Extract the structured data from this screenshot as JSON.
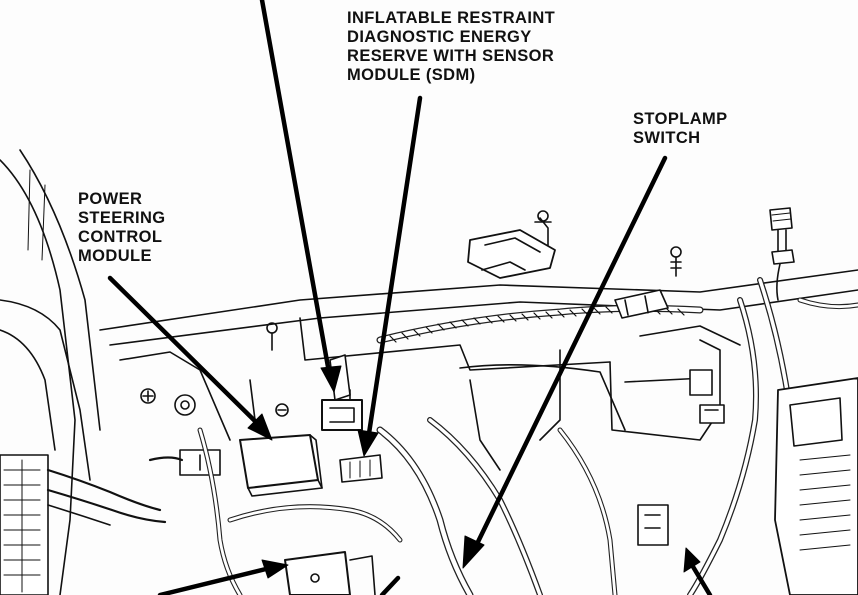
{
  "callouts": {
    "sdm": {
      "lines": [
        "INFLATABLE RESTRAINT",
        "DIAGNOSTIC ENERGY",
        "RESERVE WITH SENSOR",
        "MODULE (SDM)"
      ]
    },
    "power_steering": {
      "lines": [
        "POWER",
        "STEERING",
        "CONTROL",
        "MODULE"
      ]
    },
    "stoplamp": {
      "lines": [
        "STOPLAMP",
        "SWITCH"
      ]
    }
  },
  "colors": {
    "ink": "#111111",
    "paper": "#fdfdfd"
  }
}
